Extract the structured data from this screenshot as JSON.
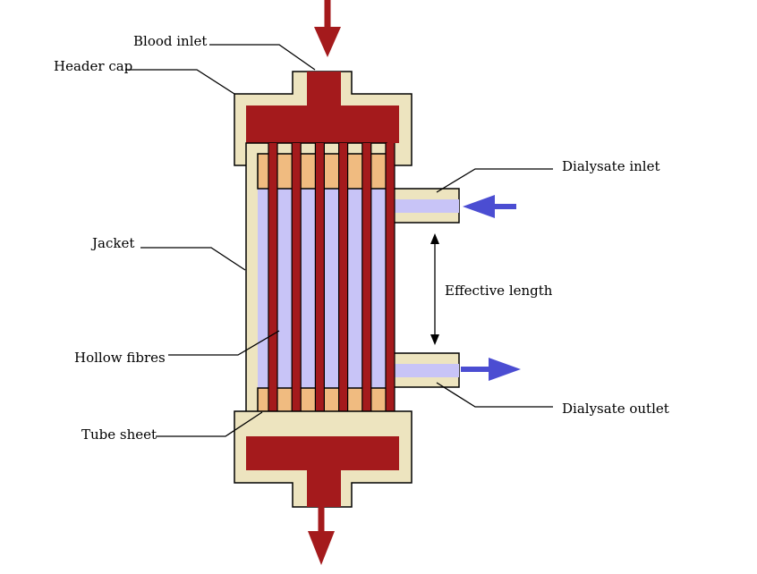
{
  "labels": {
    "blood_inlet": "Blood inlet",
    "header_cap": "Header cap",
    "jacket": "Jacket",
    "hollow_fibres": "Hollow fibres",
    "tube_sheet": "Tube sheet",
    "dialysate_inlet": "Dialysate inlet",
    "effective_length": "Effective length",
    "dialysate_outlet": "Dialysate outlet"
  },
  "colors": {
    "blood": "#a41a1c",
    "dialysate": "#c8c4f7",
    "jacket": "#ede4bf",
    "tube_sheet": "#f0bb80",
    "flow_arrow_blue": "#4b4dd2"
  },
  "fibre_count": 6
}
